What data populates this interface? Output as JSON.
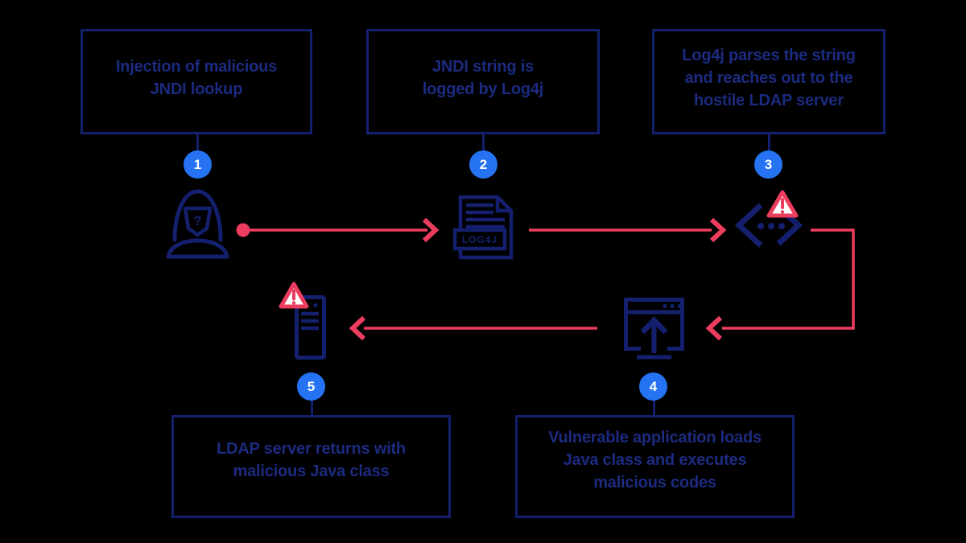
{
  "colors": {
    "background": "#000000",
    "navy_stroke": "#14206e",
    "navy_text": "#1c2b80",
    "accent_red": "#ed3d5f",
    "badge_blue": "#2573f3",
    "white": "#ffffff"
  },
  "steps": [
    {
      "number": "1",
      "label": "Injection of malicious\nJNDI lookup",
      "icon": "hacker-icon"
    },
    {
      "number": "2",
      "label": "JNDI string is\nlogged by Log4j",
      "icon": "log4j-document-icon"
    },
    {
      "number": "3",
      "label": "Log4j parses the string\nand reaches out to the\nhostile LDAP server",
      "icon": "code-warning-icon"
    },
    {
      "number": "4",
      "label": "Vulnerable application loads\nJava class and executes\nmalicious codes",
      "icon": "browser-upload-icon"
    },
    {
      "number": "5",
      "label": "LDAP server returns with\nmalicious Java class",
      "icon": "ldap-server-warning-icon"
    }
  ],
  "hacker_icon": {
    "mask_text": "?"
  },
  "document_icon": {
    "file_label": "LOG4J"
  }
}
